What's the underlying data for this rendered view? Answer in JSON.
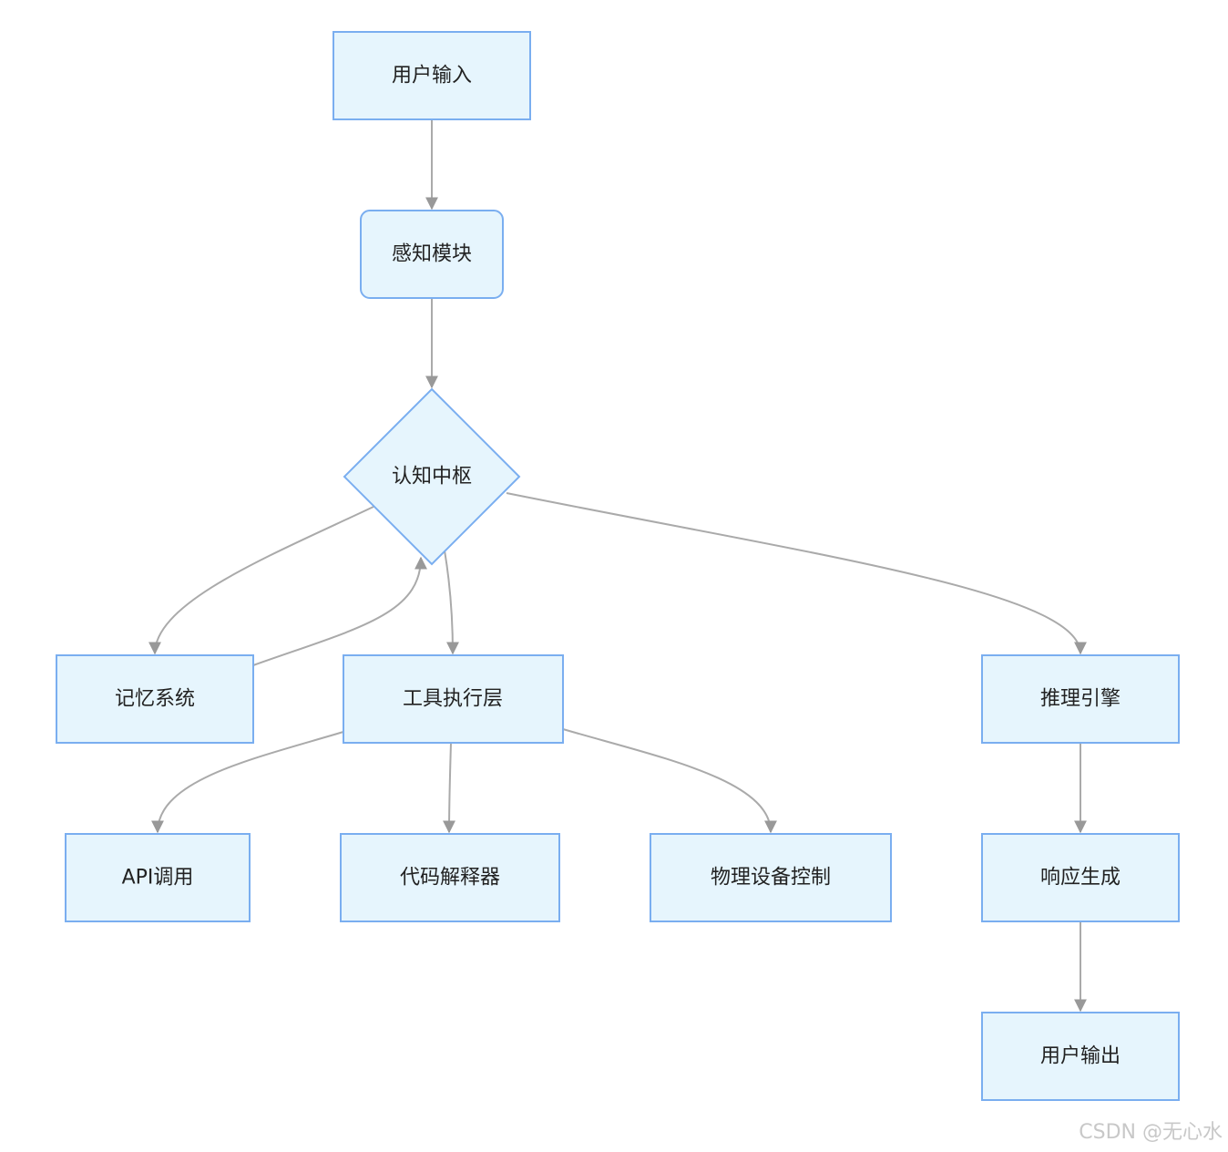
{
  "nodes": {
    "user_input": "用户输入",
    "perception": "感知模块",
    "cognition": "认知中枢",
    "memory": "记忆系统",
    "tools": "工具执行层",
    "reasoning": "推理引擎",
    "api": "API调用",
    "interpreter": "代码解释器",
    "device": "物理设备控制",
    "response": "响应生成",
    "user_output": "用户输出"
  },
  "watermark": "CSDN @无心水",
  "colors": {
    "node_fill": "#e6f5fd",
    "node_stroke": "#7aaef0",
    "edge": "#aaaaaa"
  }
}
